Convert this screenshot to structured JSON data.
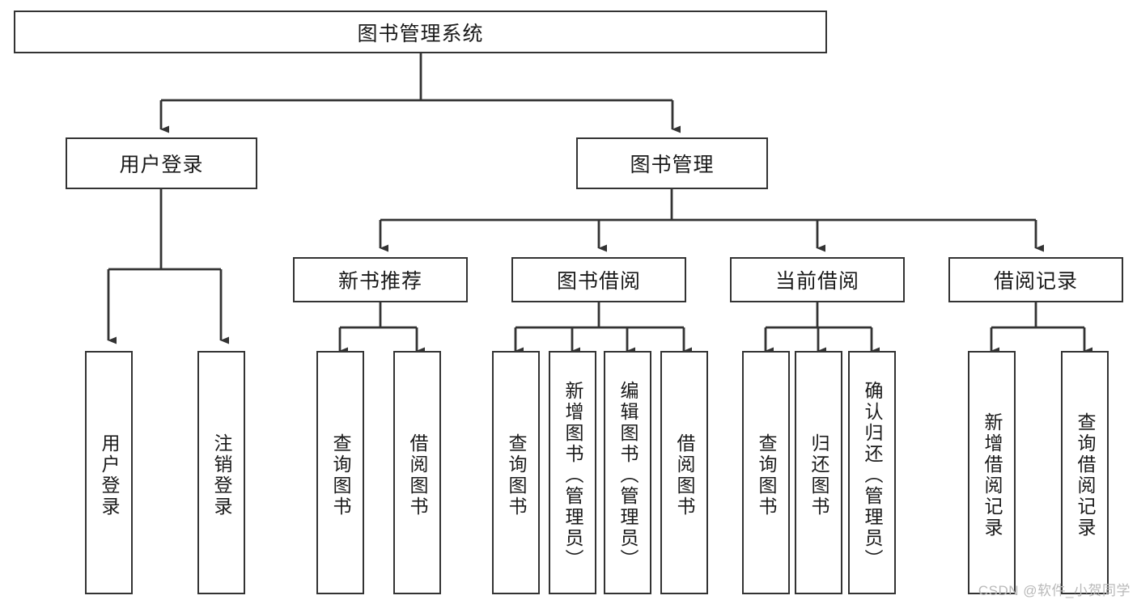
{
  "diagram": {
    "title": "图书管理系统",
    "type": "hierarchy-tree",
    "root": {
      "label": "图书管理系统"
    },
    "level2": [
      {
        "label": "用户登录"
      },
      {
        "label": "图书管理"
      }
    ],
    "level3": [
      {
        "label": "新书推荐"
      },
      {
        "label": "图书借阅"
      },
      {
        "label": "当前借阅"
      },
      {
        "label": "借阅记录"
      }
    ],
    "leaves": {
      "user_login": [
        {
          "label": "用户登录"
        },
        {
          "label": "注销登录"
        }
      ],
      "new_book_recommend": [
        {
          "label": "查询图书"
        },
        {
          "label": "借阅图书"
        }
      ],
      "book_borrow": [
        {
          "label": "查询图书"
        },
        {
          "label": "新增图书（管理员）"
        },
        {
          "label": "编辑图书（管理员）"
        },
        {
          "label": "借阅图书"
        }
      ],
      "current_borrow": [
        {
          "label": "查询图书"
        },
        {
          "label": "归还图书"
        },
        {
          "label": "确认归还（管理员）"
        }
      ],
      "borrow_record": [
        {
          "label": "新增借阅记录"
        },
        {
          "label": "查询借阅记录"
        }
      ]
    }
  },
  "watermark": {
    "text": "CSDN @软件_小贺同学"
  },
  "colors": {
    "border": "#333333",
    "background": "#ffffff",
    "text": "#1a1a1a",
    "watermark": "#b9b9b9"
  }
}
